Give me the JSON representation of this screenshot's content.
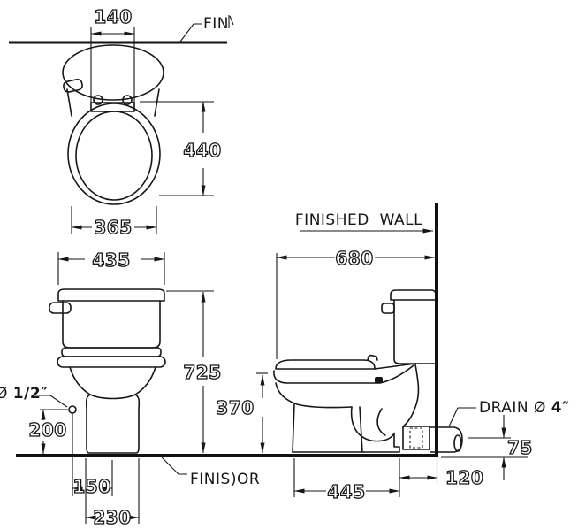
{
  "labels": {
    "finish": "FIN",
    "finished_wall": "FINISHED  WALL",
    "finished_floor": "FINIS)OR",
    "drain_prefix": "DRAIN Ø ",
    "drain_size": "4″",
    "supply_prefix": "Ø ",
    "supply_size": "1/2″"
  },
  "dims": {
    "plan": {
      "hinge_spacing": "140",
      "seat_length": "440",
      "seat_width": "365"
    },
    "front": {
      "tank_width": "435",
      "overall_height": "725",
      "supply_height": "200",
      "supply_offset": "150",
      "base_width": "230"
    },
    "side": {
      "depth": "680",
      "rim_height": "370",
      "base_depth": "445",
      "outlet_to_wall": "120",
      "drain_height": "75"
    }
  },
  "colors": {
    "line": "#161616",
    "background": "#ffffff"
  }
}
